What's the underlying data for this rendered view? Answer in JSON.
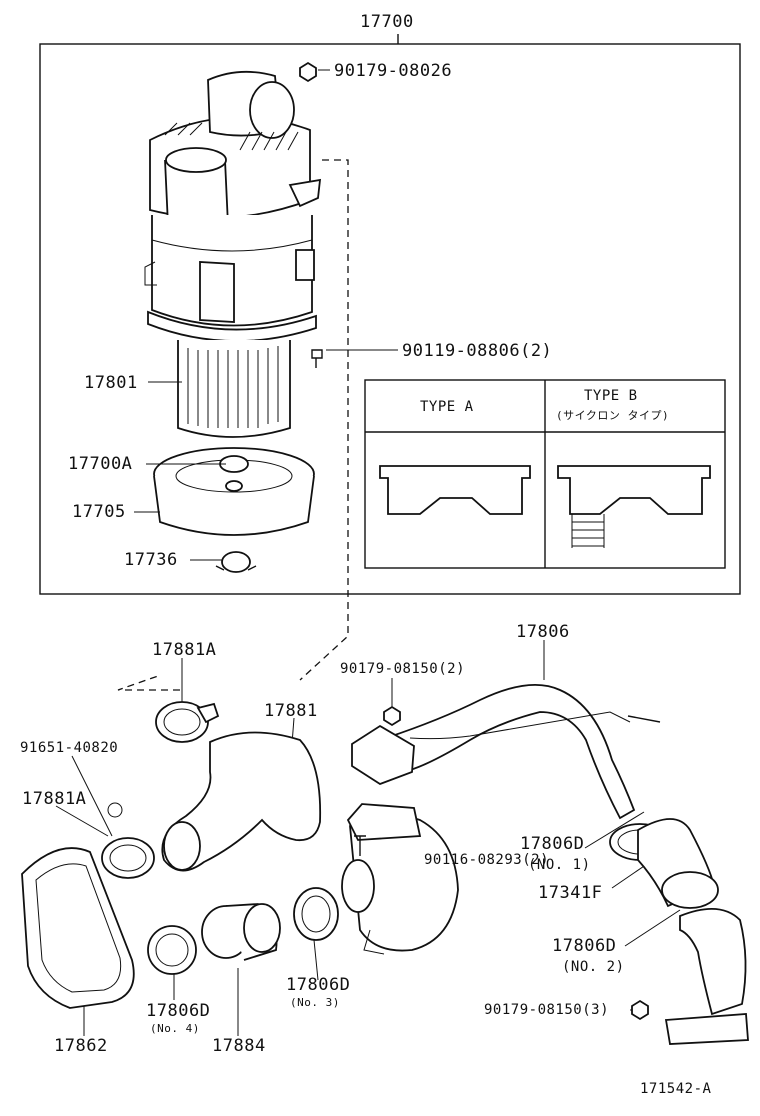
{
  "diagram": {
    "assembly_number": "17700",
    "figure_code": "171542-A",
    "inset": {
      "type_a_label": "TYPE A",
      "type_b_label": "TYPE B",
      "type_b_sub": "(サイクロン タイプ)"
    },
    "labels": {
      "p90179_08026": "90179-08026",
      "p90119_08806": "90119-08806(2)",
      "p17801": "17801",
      "p17700A": "17700A",
      "p17705": "17705",
      "p17736": "17736",
      "p17806": "17806",
      "p17881A_top": "17881A",
      "p90179_08150_2": "90179-08150(2)",
      "p17881": "17881",
      "p91651_40820": "91651-40820",
      "p17881A_left": "17881A",
      "p90116_08293": "90116-08293(2)",
      "p17806D_no1": "17806D",
      "no1": "(NO. 1)",
      "p17341F": "17341F",
      "p17806D_no2": "17806D",
      "no2": "(NO. 2)",
      "p17806D_no3": "17806D",
      "no3": "(No. 3)",
      "p17806D_no4": "17806D",
      "no4": "(No. 4)",
      "p90179_08150_3": "90179-08150(3)",
      "p17862": "17862",
      "p17884": "17884"
    }
  }
}
